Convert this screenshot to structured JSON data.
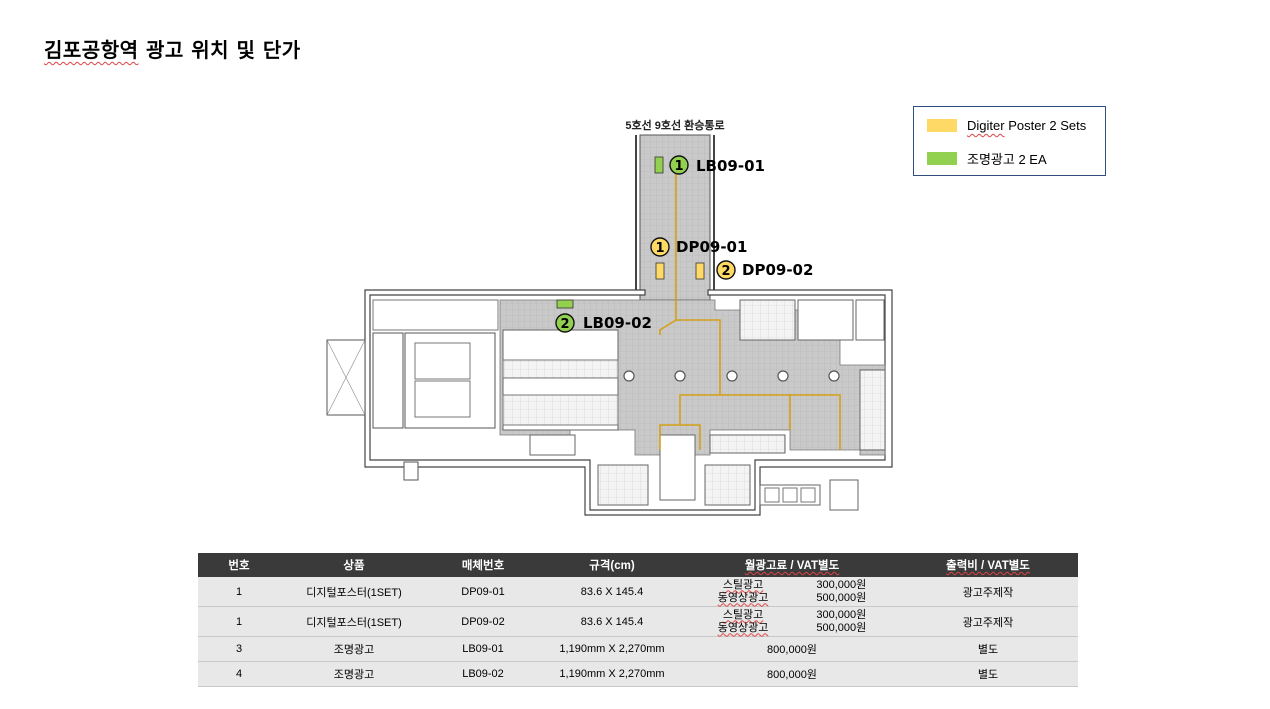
{
  "title": "김포공항역 광고 위치 및 단가",
  "title_rest": " 광고 위치 및 단가",
  "title_station": "김포공항역",
  "legend": {
    "items": [
      {
        "label": "Digiter Poster 2 Sets",
        "color": "#ffd966"
      },
      {
        "label": "조명광고 2 EA",
        "color": "#92d050"
      }
    ]
  },
  "plan": {
    "corridor_label": "5호선 9호선 환승통로",
    "markers": [
      {
        "num": "1",
        "code": "LB09-01",
        "type": "light",
        "color": "#92d050"
      },
      {
        "num": "1",
        "code": "DP09-01",
        "type": "digital",
        "color": "#ffd966"
      },
      {
        "num": "2",
        "code": "DP09-02",
        "type": "digital",
        "color": "#ffd966"
      },
      {
        "num": "2",
        "code": "LB09-02",
        "type": "light",
        "color": "#92d050"
      }
    ]
  },
  "table": {
    "headers": [
      "번호",
      "상품",
      "매체번호",
      "규격(cm)",
      "월광고료 / VAT별도",
      "출력비 / VAT별도"
    ],
    "rows": [
      {
        "no": "1",
        "product": "디지털포스터(1SET)",
        "code": "DP09-01",
        "size": "83.6 X 145.4",
        "fee_lines": [
          {
            "label": "스틸광고",
            "price": "300,000원"
          },
          {
            "label": "동영상광고",
            "price": "500,000원"
          }
        ],
        "print": "광고주제작"
      },
      {
        "no": "1",
        "product": "디지털포스터(1SET)",
        "code": "DP09-02",
        "size": "83.6 X 145.4",
        "fee_lines": [
          {
            "label": "스틸광고",
            "price": "300,000원"
          },
          {
            "label": "동영상광고",
            "price": "500,000원"
          }
        ],
        "print": "광고주제작"
      },
      {
        "no": "3",
        "product": "조명광고",
        "code": "LB09-01",
        "size": "1,190mm X 2,270mm",
        "fee": "800,000원",
        "print": "별도"
      },
      {
        "no": "4",
        "product": "조명광고",
        "code": "LB09-02",
        "size": "1,190mm X 2,270mm",
        "fee": "800,000원",
        "print": "별도"
      }
    ]
  }
}
